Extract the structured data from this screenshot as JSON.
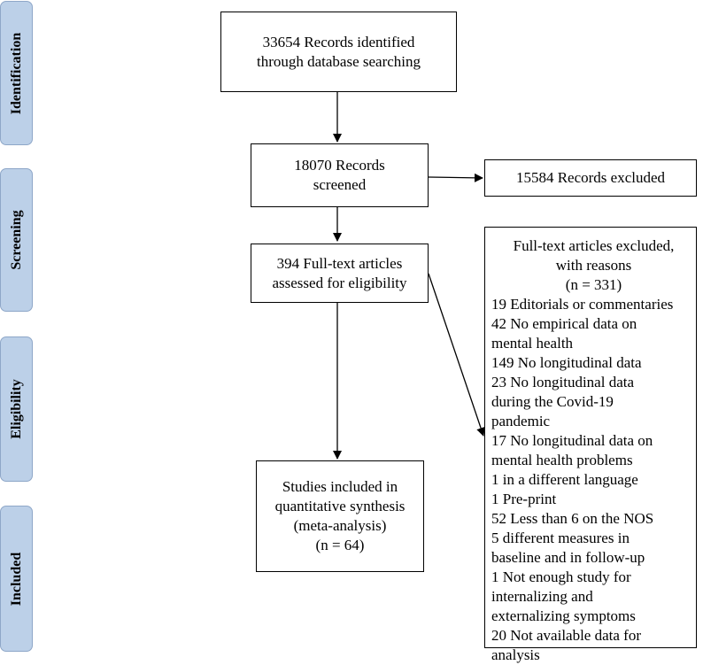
{
  "phases": {
    "identification": "Identification",
    "screening": "Screening",
    "eligibility": "Eligibility",
    "included": "Included"
  },
  "boxes": {
    "identified": [
      "33654 Records identified",
      "through database searching"
    ],
    "screened": [
      "18070 Records",
      "screened"
    ],
    "excluded_records": [
      "15584 Records excluded"
    ],
    "fulltext": [
      "394 Full-text articles",
      "assessed for eligibility"
    ],
    "included_studies": [
      "Studies included in",
      "quantitative synthesis",
      "(meta-analysis)",
      "(n = 64)"
    ]
  },
  "fulltext_excluded": {
    "heading": [
      "Full-text articles excluded,",
      "with reasons",
      "(n = 331)"
    ],
    "reasons": [
      "19 Editorials or commentaries",
      "42 No empirical data on",
      "mental health",
      "149 No longitudinal data",
      "23 No longitudinal data",
      "during the Covid-19",
      "pandemic",
      "17 No longitudinal data on",
      "mental health problems",
      "1 in a different language",
      "1 Pre-print",
      "52 Less than 6 on the NOS",
      "5 different measures in",
      "baseline and in follow-up",
      "1 Not enough study for",
      "internalizing and",
      "externalizing symptoms",
      "20 Not available data for",
      "analysis"
    ]
  }
}
